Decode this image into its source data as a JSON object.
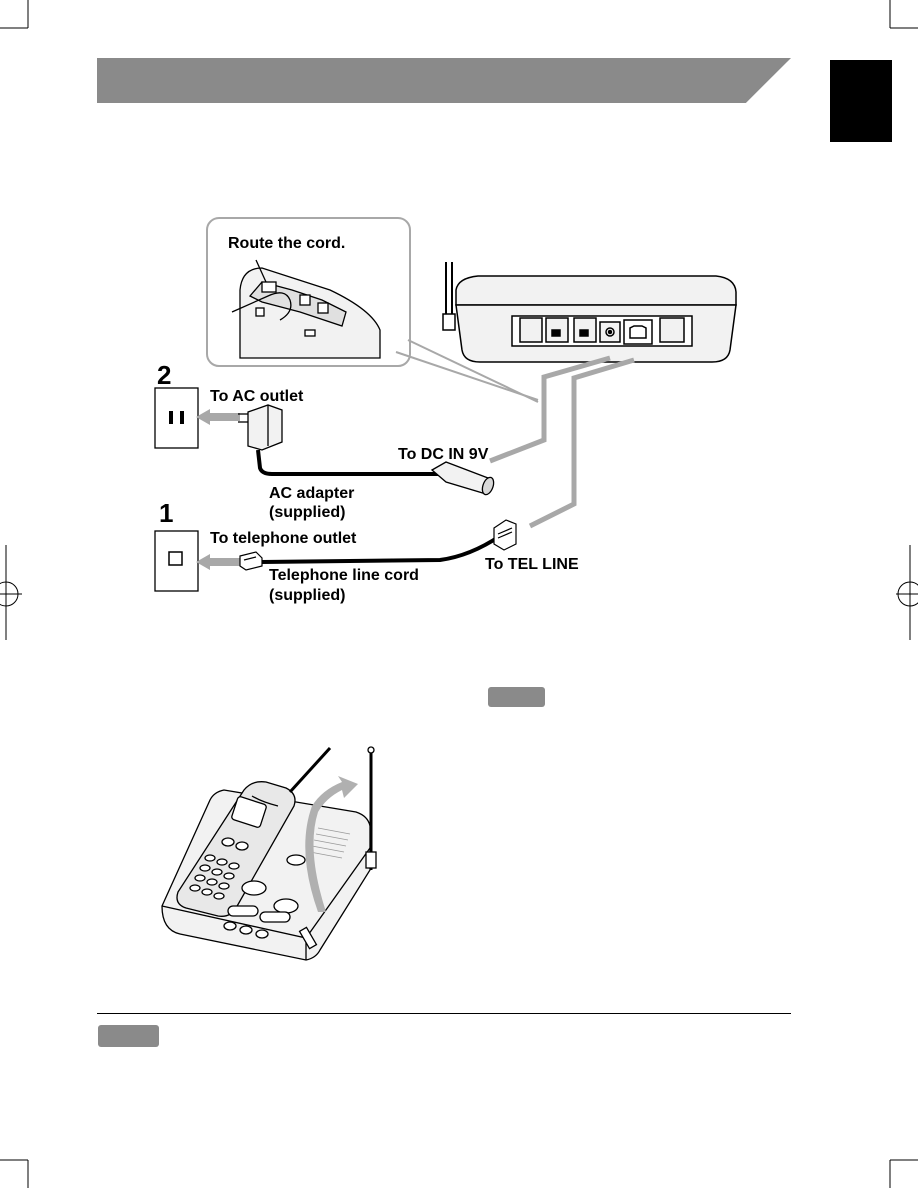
{
  "diagram": {
    "inset_label": "Route the cord.",
    "step2_number": "2",
    "step1_number": "1",
    "to_ac_outlet": "To AC outlet",
    "to_dc_in": "To DC IN 9V",
    "ac_adapter_line1": "AC adapter",
    "ac_adapter_line2": "(supplied)",
    "to_telephone_outlet": "To telephone outlet",
    "telephone_cord_line1": "Telephone line cord",
    "telephone_cord_line2": "(supplied)",
    "to_tel_line": "To TEL LINE"
  },
  "colors": {
    "header_bar": "#8a8a8a",
    "side_tab": "#000000",
    "cable_gray": "#a8a8a8",
    "device_fill": "#f2f2f2"
  }
}
